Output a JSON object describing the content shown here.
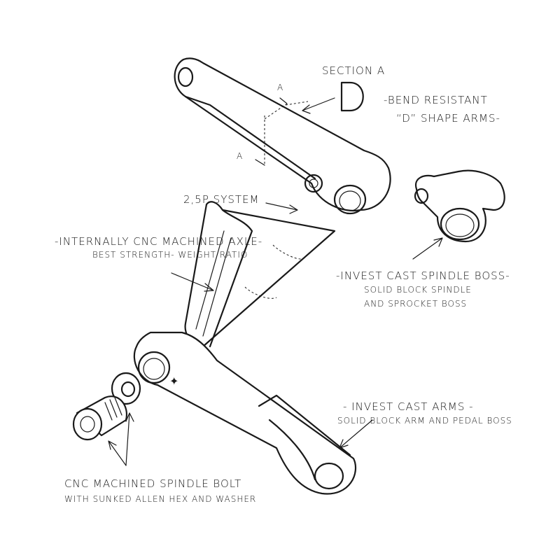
{
  "section": {
    "title": "SECTION A",
    "letter": "D",
    "marker_top": "A",
    "marker_bottom": "A"
  },
  "bend": {
    "line1": "-BEND RESISTANT",
    "line2": "“D” SHAPE ARMS-"
  },
  "system": {
    "label": "2,5P SYSTEM"
  },
  "axle": {
    "line1": "-INTERNALLY CNC MACHINED AXLE-",
    "line2": "BEST STRENGTH- WEIGHT RATIO"
  },
  "spindle_boss": {
    "line1": "-INVEST CAST SPINDLE BOSS-",
    "line2": "SOLID BLOCK SPINDLE",
    "line3": "AND SPROCKET BOSS"
  },
  "arms": {
    "line1": "- INVEST CAST ARMS -",
    "line2": "SOLID BLOCK ARM AND PEDAL BOSS"
  },
  "bolt": {
    "line1": "CNC MACHINED SPINDLE BOLT",
    "line2": "WITH SUNKED ALLEN HEX AND WASHER"
  }
}
